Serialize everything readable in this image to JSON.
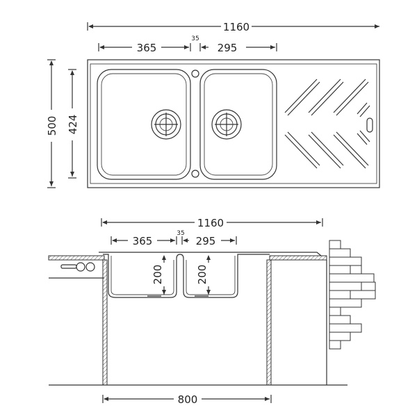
{
  "top_view": {
    "overall_width": "1160",
    "bowl1_width": "365",
    "gap": "35",
    "bowl2_width": "295",
    "overall_depth": "500",
    "bowl_depth": "424"
  },
  "side_view": {
    "overall_width": "1160",
    "bowl1_width": "365",
    "gap": "35",
    "bowl2_width": "295",
    "bowl1_height": "200",
    "bowl2_height": "200",
    "cabinet_width": "800"
  }
}
